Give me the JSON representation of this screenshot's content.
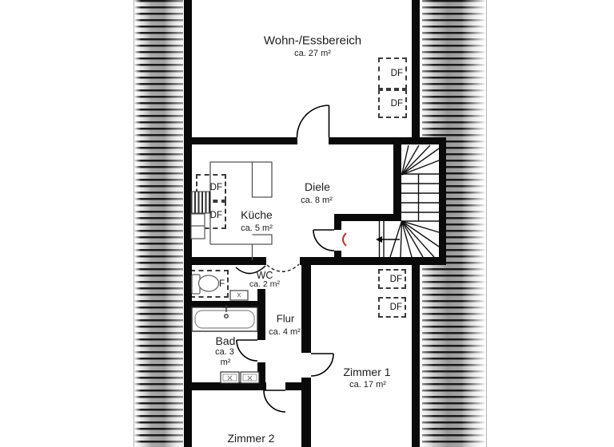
{
  "floor_plan": {
    "rooms": {
      "wohn_essbereich": {
        "name": "Wohn-/Essbereich",
        "area": "ca. 27 m²"
      },
      "kueche": {
        "name": "Küche",
        "area": "ca. 5 m²"
      },
      "diele": {
        "name": "Diele",
        "area": "ca. 8 m²"
      },
      "wc": {
        "name": "WC",
        "area": "ca. 2 m²"
      },
      "flur": {
        "name": "Flur",
        "area": "ca. 4 m²"
      },
      "bad": {
        "name": "Bad",
        "area_line_1": "ca. 3",
        "area_line_2": "m²"
      },
      "zimmer_1": {
        "name": "Zimmer 1",
        "area": "ca. 17 m²"
      },
      "zimmer_2": {
        "name": "Zimmer 2"
      }
    },
    "skylight_label": "DF",
    "colors": {
      "wall": "#0a0a0a",
      "annotation_red": "#b03a2e"
    }
  }
}
